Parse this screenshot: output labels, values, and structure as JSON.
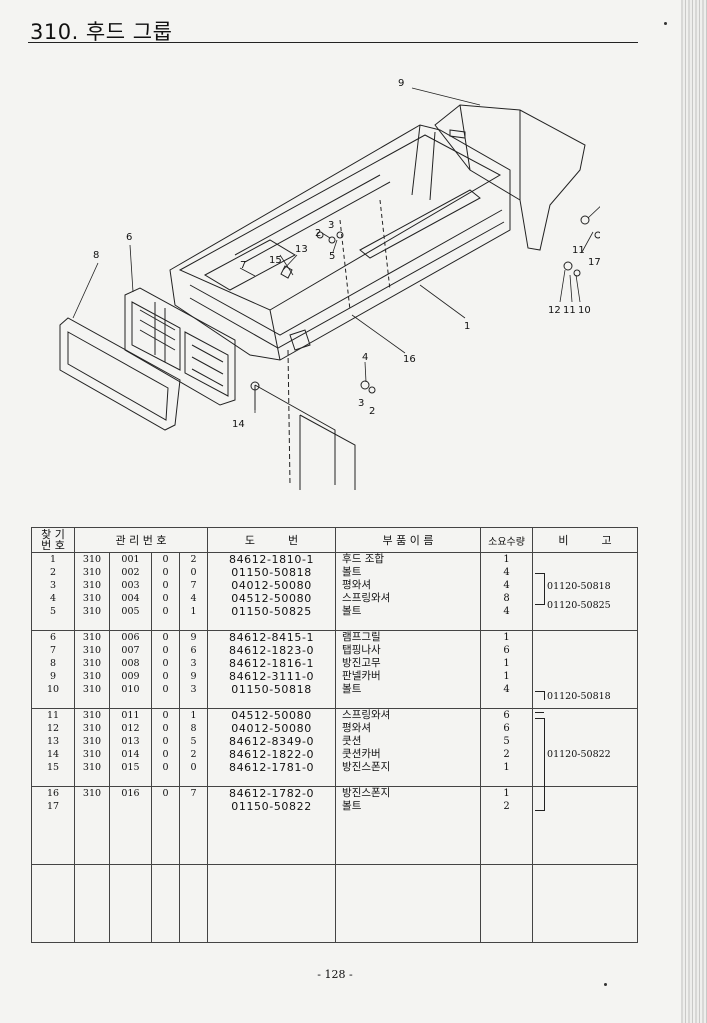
{
  "page": {
    "title": "310. 후드 그룹",
    "page_number": "- 128 -"
  },
  "diagram": {
    "callouts": [
      "9",
      "12",
      "11",
      "17",
      "12",
      "11",
      "10",
      "6",
      "8",
      "2",
      "3",
      "13",
      "15",
      "7",
      "5",
      "1",
      "16",
      "4",
      "3",
      "2",
      "14"
    ]
  },
  "table": {
    "headers": {
      "seq_top": "찾 기",
      "seq_bottom": "번 호",
      "mgmt": "관 리 번 호",
      "drawing": "도　　　번",
      "part_name": "부 품 이 름",
      "qty": "소요수량",
      "remarks": "비　　　고"
    },
    "groups": [
      {
        "rows": [
          {
            "no": "1",
            "m1": "310",
            "m2": "001",
            "m3": "0",
            "m4": "2",
            "drawing": "84612-1810-1",
            "name": "후드 조합",
            "qty": "1"
          },
          {
            "no": "2",
            "m1": "310",
            "m2": "002",
            "m3": "0",
            "m4": "0",
            "drawing": "01150-50818",
            "name": "볼트",
            "qty": "4"
          },
          {
            "no": "3",
            "m1": "310",
            "m2": "003",
            "m3": "0",
            "m4": "7",
            "drawing": "04012-50080",
            "name": "평와셔",
            "qty": "4"
          },
          {
            "no": "4",
            "m1": "310",
            "m2": "004",
            "m3": "0",
            "m4": "4",
            "drawing": "04512-50080",
            "name": "스프링와셔",
            "qty": "8"
          },
          {
            "no": "5",
            "m1": "310",
            "m2": "005",
            "m3": "0",
            "m4": "1",
            "drawing": "01150-50825",
            "name": "볼트",
            "qty": "4"
          }
        ]
      },
      {
        "rows": [
          {
            "no": "6",
            "m1": "310",
            "m2": "006",
            "m3": "0",
            "m4": "9",
            "drawing": "84612-8415-1",
            "name": "램프그릴",
            "qty": "1"
          },
          {
            "no": "7",
            "m1": "310",
            "m2": "007",
            "m3": "0",
            "m4": "6",
            "drawing": "84612-1823-0",
            "name": "탭핑나사",
            "qty": "6"
          },
          {
            "no": "8",
            "m1": "310",
            "m2": "008",
            "m3": "0",
            "m4": "3",
            "drawing": "84612-1816-1",
            "name": "방진고무",
            "qty": "1"
          },
          {
            "no": "9",
            "m1": "310",
            "m2": "009",
            "m3": "0",
            "m4": "9",
            "drawing": "84612-3111-0",
            "name": "판넬카버",
            "qty": "1"
          },
          {
            "no": "10",
            "m1": "310",
            "m2": "010",
            "m3": "0",
            "m4": "3",
            "drawing": "01150-50818",
            "name": "볼트",
            "qty": "4"
          }
        ]
      },
      {
        "rows": [
          {
            "no": "11",
            "m1": "310",
            "m2": "011",
            "m3": "0",
            "m4": "1",
            "drawing": "04512-50080",
            "name": "스프링와셔",
            "qty": "6"
          },
          {
            "no": "12",
            "m1": "310",
            "m2": "012",
            "m3": "0",
            "m4": "8",
            "drawing": "04012-50080",
            "name": "평와셔",
            "qty": "6"
          },
          {
            "no": "13",
            "m1": "310",
            "m2": "013",
            "m3": "0",
            "m4": "5",
            "drawing": "84612-8349-0",
            "name": "쿳션",
            "qty": "5"
          },
          {
            "no": "14",
            "m1": "310",
            "m2": "014",
            "m3": "0",
            "m4": "2",
            "drawing": "84612-1822-0",
            "name": "쿳션카버",
            "qty": "2"
          },
          {
            "no": "15",
            "m1": "310",
            "m2": "015",
            "m3": "0",
            "m4": "0",
            "drawing": "84612-1781-0",
            "name": "방진스폰지",
            "qty": "1"
          }
        ]
      },
      {
        "rows": [
          {
            "no": "16",
            "m1": "310",
            "m2": "016",
            "m3": "0",
            "m4": "7",
            "drawing": "84612-1782-0",
            "name": "방진스폰지",
            "qty": "1"
          },
          {
            "no": "17",
            "m1": "",
            "m2": "",
            "m3": "",
            "m4": "",
            "drawing": "01150-50822",
            "name": "볼트",
            "qty": "2"
          }
        ]
      }
    ],
    "remarks": {
      "r1": "01120-50818",
      "r2": "01120-50825",
      "r3": "01120-50818",
      "r4": "01120-50822"
    }
  }
}
